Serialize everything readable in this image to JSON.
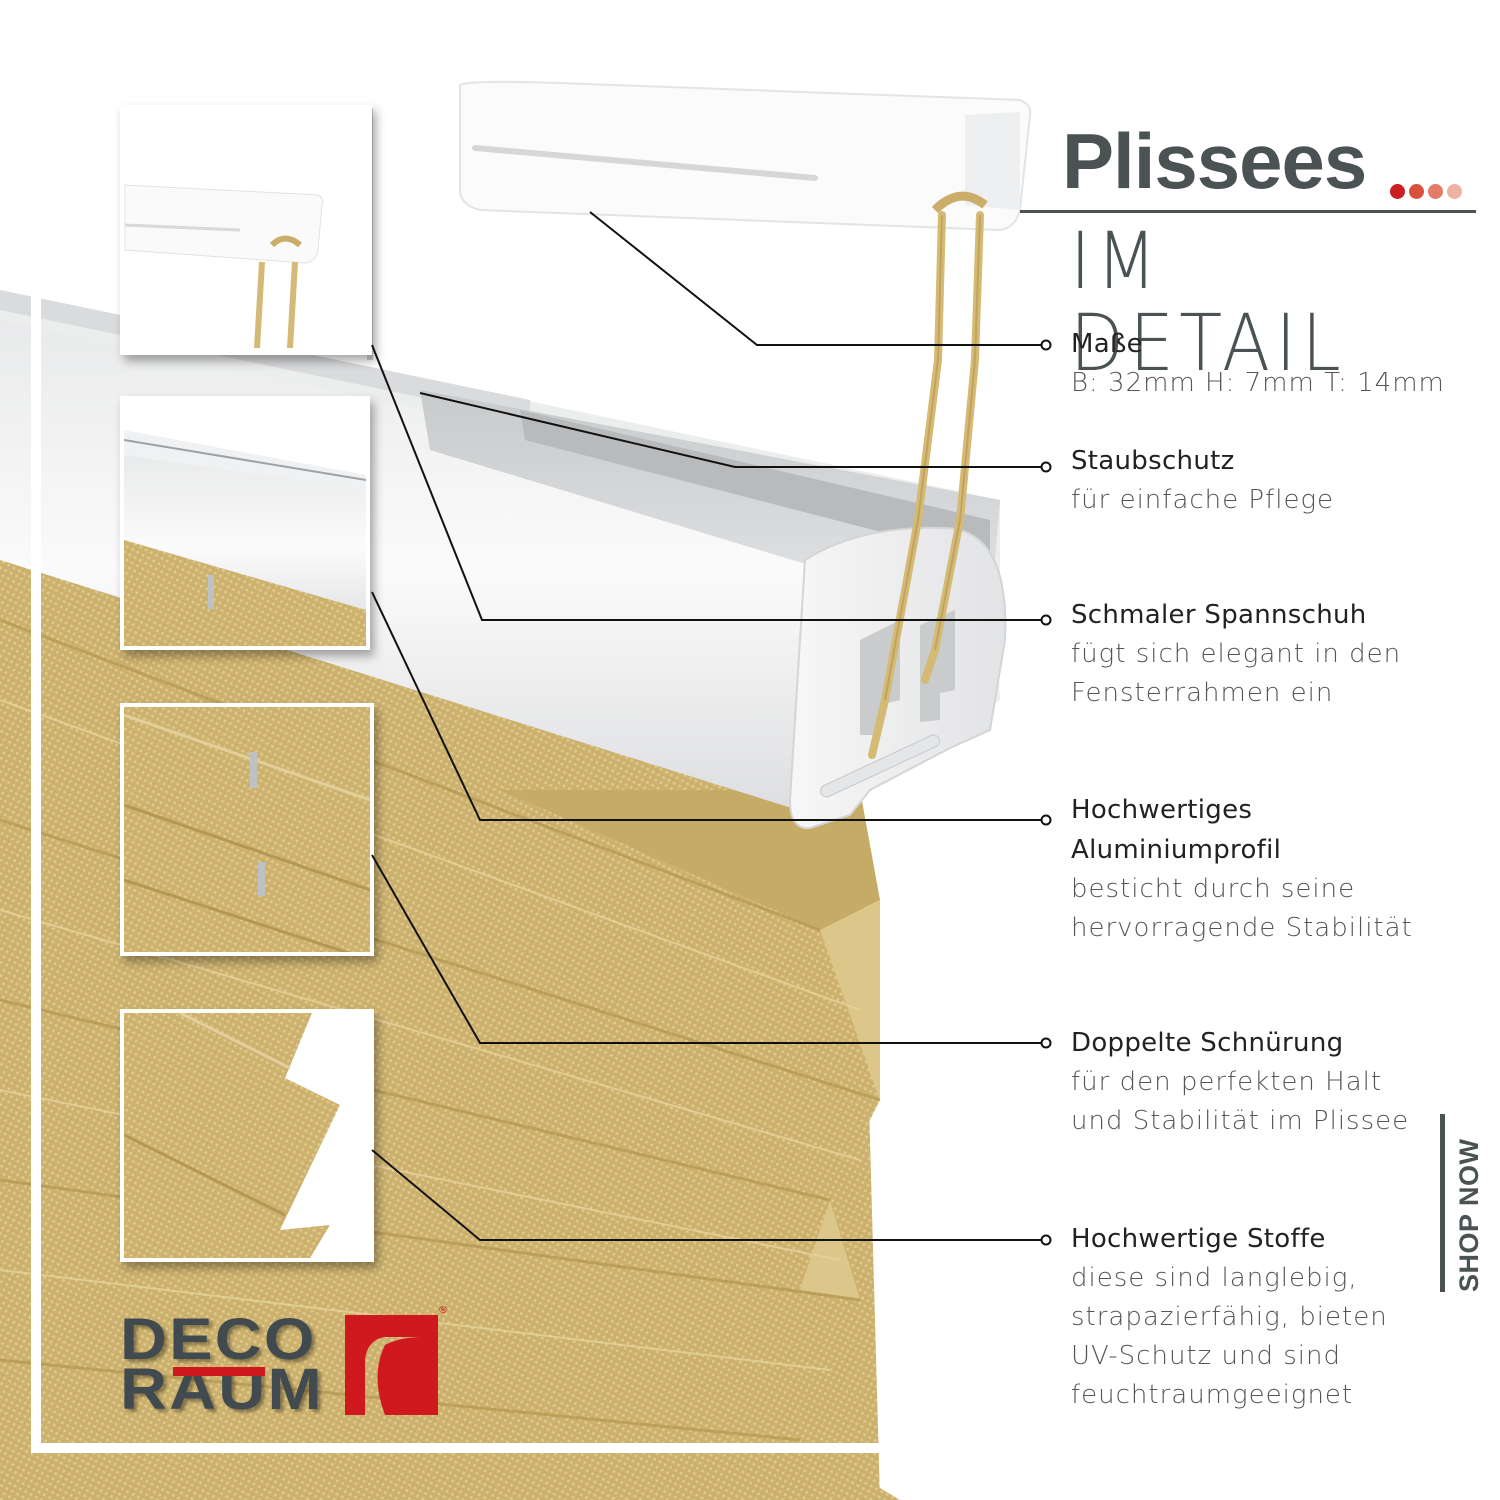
{
  "header": {
    "title": "Plissees",
    "title_dots": [
      "#cc1f24",
      "#d9503d",
      "#e27c66",
      "#edb2a2"
    ],
    "subtitle": "IM DETAIL"
  },
  "features": [
    {
      "heading": "Maße",
      "lines": [
        "B: 32mm H: 7mm T: 14mm"
      ]
    },
    {
      "heading": "Staubschutz",
      "lines": [
        "für einfache Pflege"
      ]
    },
    {
      "heading": "Schmaler Spannschuh",
      "lines": [
        "fügt sich elegant in den",
        "Fensterrahmen ein"
      ]
    },
    {
      "heading": "Hochwertiges",
      "heading2": "Aluminiumprofil",
      "lines": [
        "besticht durch seine",
        "hervorragende Stabilität"
      ]
    },
    {
      "heading": "Doppelte Schnürung",
      "lines": [
        "für den perfekten Halt",
        "und Stabilität im Plissee"
      ]
    },
    {
      "heading": "Hochwertige Stoffe",
      "lines": [
        "diese sind langlebig,",
        "strapazierfähig, bieten",
        "UV-Schutz und sind",
        "feuchtraumgeeignet"
      ]
    }
  ],
  "cta": {
    "label": "SHOP NOW"
  },
  "brand": {
    "line1": "DECO",
    "line2": "RAUM",
    "registered": "®",
    "primary_color": "#414b4f",
    "accent_color": "#d0181f"
  },
  "colors": {
    "fabric": "#cdb26f",
    "fabric_light": "#dcc689",
    "fabric_dark": "#b39852",
    "profile": "#f4f5f6",
    "cord": "#d8bd78",
    "text_dark": "#4a5253"
  }
}
